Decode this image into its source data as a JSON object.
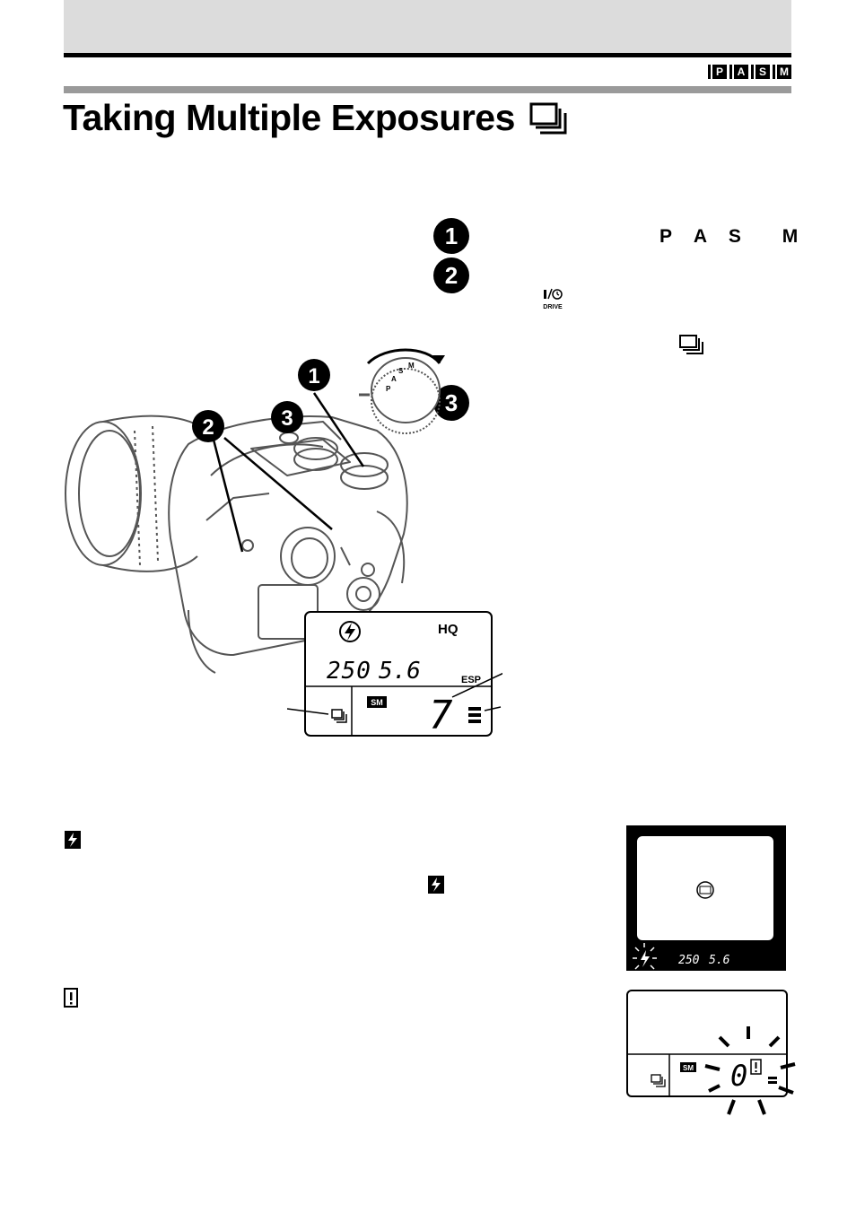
{
  "header": {
    "mode_tags": [
      "P",
      "A",
      "S",
      "M"
    ]
  },
  "title": {
    "text": "Taking Multiple Exposures"
  },
  "steps": [
    {
      "number": "1"
    },
    {
      "number": "2"
    },
    {
      "number": "3"
    }
  ],
  "step1": {
    "modes": [
      "P",
      "A",
      "S",
      "M"
    ]
  },
  "drive_icon": {
    "label": "DRIVE"
  },
  "mode_dial": {
    "labels": [
      "M",
      "S",
      "A",
      "P"
    ]
  },
  "lcd": {
    "hq": "HQ",
    "shutter": "250",
    "aperture": "5.6",
    "esp": "ESP",
    "sm": "SM",
    "count": "7"
  },
  "viewfinder": {
    "shutter": "250",
    "aperture": "5.6"
  },
  "lcd_small": {
    "sm": "SM",
    "count": "0"
  },
  "icons": {
    "multi": "multiple-exposure-icon",
    "flash": "flash-warning-icon",
    "card": "card-warning-icon"
  }
}
